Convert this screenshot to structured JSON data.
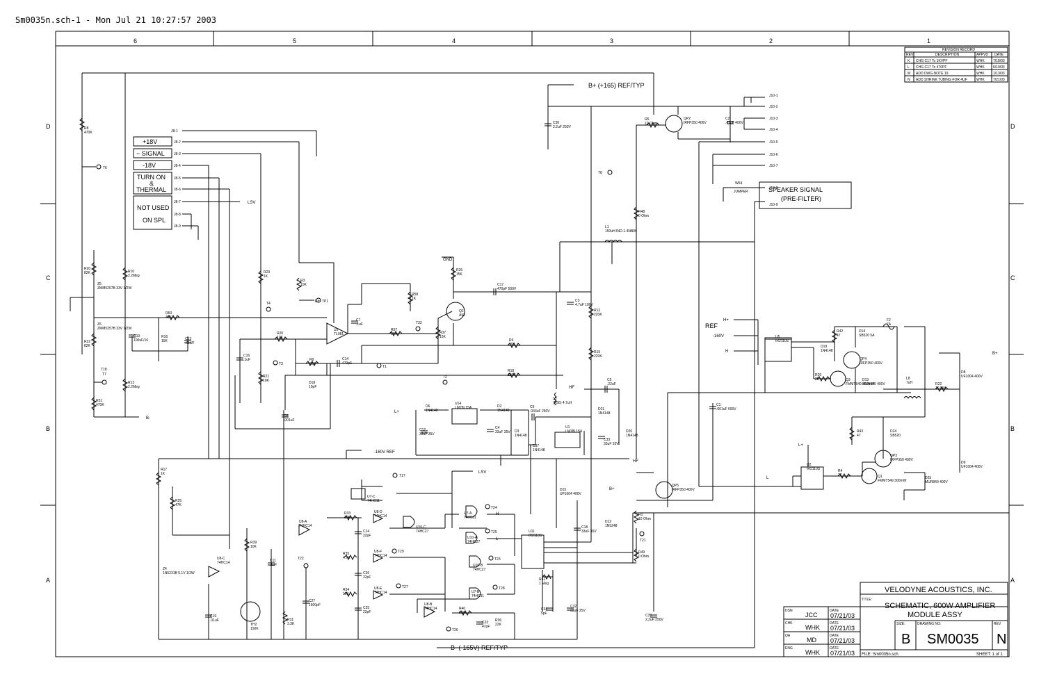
{
  "header_text": "Sm0035n.sch-1 - Mon Jul 21 10:27:57 2003",
  "zones": {
    "cols": [
      "6",
      "5",
      "4",
      "3",
      "2",
      "1"
    ],
    "rows": [
      "D",
      "C",
      "B",
      "A"
    ]
  },
  "revision_record": {
    "title": "REVISION RECORD",
    "headers": [
      "REV",
      "DESCRIPTION",
      "APPVD",
      "DATE"
    ],
    "rows": [
      [
        "K",
        "CHG C17 To 1KVPF",
        "WHK",
        "7/18/03"
      ],
      [
        "L",
        "CHG C17 To 470PF",
        "WHK",
        "6/19/03"
      ],
      [
        "M",
        "ADD DWG NOTE 19",
        "WHK",
        "1/13/03"
      ],
      [
        "N",
        "ADD SHRINK TUBING FOR 4UF",
        "WHK",
        "7/21/03"
      ]
    ]
  },
  "connectors": {
    "j8": [
      "J8-1",
      "J8-2",
      "J8-3",
      "J8-4",
      "J8-5",
      "J8-6",
      "J8-7",
      "J8-8",
      "J8-9"
    ],
    "j10": [
      "J10-1",
      "J10-2",
      "J10-3",
      "J10-4",
      "J10-5",
      "J10-6",
      "J10-7",
      "J10-8",
      "J10-9"
    ]
  },
  "signal_labels": {
    "p18v": "+18V",
    "signal": "~ SIGNAL",
    "m18v": "-18V",
    "turn_on": "TURN ON",
    "amp": "&",
    "thermal": "THERMAL",
    "not_used": "NOT USED",
    "on_spl": "ON SPL",
    "lsv": "LSV",
    "speaker_signal": "SPEAKER SIGNAL",
    "pre_filter": "(PRE-FILTER)",
    "jumper": "JUMPER",
    "w54": "W54",
    "b_plus_ref": "B+ (+165) REF/TYP",
    "b_minus_ref": "B- (-165V) REF/TYP",
    "ref_160": "-160V REF",
    "ref": "REF",
    "m160v": "-160V",
    "h_plus": "H+",
    "h": "H",
    "l_plus": "L+",
    "l": "L",
    "b_plus": "B+",
    "b_minus": "B-",
    "gnd": "GND",
    "hf": "HF"
  },
  "components": [
    {
      "id": "R8",
      "value": "470K"
    },
    {
      "id": "R20",
      "value": "82K"
    },
    {
      "id": "Z5",
      "value": "ZMM5257B 33V 1/2W"
    },
    {
      "id": "Z6",
      "value": "ZMM5257B 33V 1/2W"
    },
    {
      "id": "R22",
      "value": "82K"
    },
    {
      "id": "R10",
      "value": "2.2Meg"
    },
    {
      "id": "R53",
      "value": "47K"
    },
    {
      "id": "C10",
      "value": "100uF/16"
    },
    {
      "id": "R16",
      "value": "15K"
    },
    {
      "id": "C13",
      "value": ".01UF"
    },
    {
      "id": "R13",
      "value": "2.2Meg"
    },
    {
      "id": "R51",
      "value": "470K"
    },
    {
      "id": "R23",
      "value": "1K"
    },
    {
      "id": "R3",
      "value": "10K"
    },
    {
      "id": "U3",
      "value": "TL081"
    },
    {
      "id": "C7",
      "value": ".1uF"
    },
    {
      "id": "R20b",
      "value": "10K"
    },
    {
      "id": "C16",
      "value": ".1uF"
    },
    {
      "id": "R21",
      "value": "10K"
    },
    {
      "id": "R9",
      "value": "82K"
    },
    {
      "id": "D18",
      "value": "10pF"
    },
    {
      "id": "C14",
      "value": "470pF"
    },
    {
      "id": "C8",
      "value": ".001uF"
    },
    {
      "id": "R58",
      "value": "1K"
    },
    {
      "id": "R57",
      "value": "15K"
    },
    {
      "id": "R37",
      "value": "15K"
    },
    {
      "id": "R26",
      "value": "15K"
    },
    {
      "id": "Q2",
      "value": "A92"
    },
    {
      "id": "C17",
      "value": "470pF 500V"
    },
    {
      "id": "R6",
      "value": "39K"
    },
    {
      "id": "R18",
      "value": "180K"
    },
    {
      "id": "C36",
      "value": "2.2uF 250V"
    },
    {
      "id": "R5",
      "value": "10 Ohm"
    },
    {
      "id": "QP2",
      "value": "IRFP350 400V"
    },
    {
      "id": "C2",
      "value": ".47uF 400V"
    },
    {
      "id": "R48",
      "value": "0 Ohm"
    },
    {
      "id": "L1",
      "value": "150uH IND-1.4NB06"
    },
    {
      "id": "C3",
      "value": "4.7uF 100V"
    },
    {
      "id": "R12",
      "value": "220K"
    },
    {
      "id": "R15",
      "value": "220K"
    },
    {
      "id": "L3",
      "value": "(R56) 4.7uH"
    },
    {
      "id": "C5",
      "value": ".22uF"
    },
    {
      "id": "D6",
      "value": "1N4148"
    },
    {
      "id": "U14",
      "value": "LM78L15A"
    },
    {
      "id": "D2",
      "value": "1N4148"
    },
    {
      "id": "C9",
      "value": ".033uF 250V"
    },
    {
      "id": "D3",
      "value": "1N4148"
    },
    {
      "id": "C12",
      "value": "33uF 35V"
    },
    {
      "id": "C4",
      "value": "33uF 35V"
    },
    {
      "id": "D37",
      "value": "1N4148"
    },
    {
      "id": "U1",
      "value": "LM78L15A"
    },
    {
      "id": "D21",
      "value": "1N4148"
    },
    {
      "id": "C33",
      "value": "33uF 35V"
    },
    {
      "id": "D20",
      "value": "1N4148"
    },
    {
      "id": "C1",
      "value": ".001uF 600V"
    },
    {
      "id": "U5",
      "value": "IR2110S"
    },
    {
      "id": "D19",
      "value": "1N4148"
    },
    {
      "id": "R42",
      "value": "47"
    },
    {
      "id": "D14",
      "value": "SB520 5A"
    },
    {
      "id": "QP4",
      "value": "IRFP350 400V"
    },
    {
      "id": "R29",
      "value": "22"
    },
    {
      "id": "Q3",
      "value": "FMMT549 300mW"
    },
    {
      "id": "D13",
      "value": "MUR840 400V"
    },
    {
      "id": "F2",
      "value": "7A"
    },
    {
      "id": "L8",
      "value": "7uH"
    },
    {
      "id": "R22b",
      "value": "10 5W"
    },
    {
      "id": "D8",
      "value": "UF1004 400V"
    },
    {
      "id": "R43",
      "value": "47"
    },
    {
      "id": "D24",
      "value": "SB520"
    },
    {
      "id": "QP3",
      "value": "IRFP350 400V"
    },
    {
      "id": "U2",
      "value": "IR2110S"
    },
    {
      "id": "R4",
      "value": "22"
    },
    {
      "id": "Q1",
      "value": "FMMT549 300mW"
    },
    {
      "id": "D25",
      "value": "MUR840 400V"
    },
    {
      "id": "D9",
      "value": "UF1004 400V"
    },
    {
      "id": "R17",
      "value": "1K"
    },
    {
      "id": "R25",
      "value": "47K"
    },
    {
      "id": "U7-C",
      "value": "74HC11"
    },
    {
      "id": "U8-D",
      "value": "74HC14"
    },
    {
      "id": "U10-C",
      "value": "74HC27"
    },
    {
      "id": "U7-A",
      "value": "74HC11"
    },
    {
      "id": "U8-A",
      "value": "74HC14"
    },
    {
      "id": "U10-A",
      "value": "74HC27"
    },
    {
      "id": "R33",
      "value": "10K"
    },
    {
      "id": "C24",
      "value": "22pF"
    },
    {
      "id": "R35",
      "value": "4.7K"
    },
    {
      "id": "U8-F",
      "value": "74HC14"
    },
    {
      "id": "U10-B",
      "value": "74HC27"
    },
    {
      "id": "C26",
      "value": "22pF"
    },
    {
      "id": "R34",
      "value": "10K"
    },
    {
      "id": "U8-E",
      "value": "74HC14"
    },
    {
      "id": "U7-B",
      "value": "74HC11"
    },
    {
      "id": "C25",
      "value": "22pF"
    },
    {
      "id": "U8-B",
      "value": "74HC14"
    },
    {
      "id": "R40",
      "value": "3.9K"
    },
    {
      "id": "C23",
      "value": "47pF"
    },
    {
      "id": "R36",
      "value": "22K"
    },
    {
      "id": "U11",
      "value": "IR2113S"
    },
    {
      "id": "R41",
      "value": "1 Meg"
    },
    {
      "id": "C34",
      "value": "5pF"
    },
    {
      "id": "C32",
      "value": "33uF 35V"
    },
    {
      "id": "QP5",
      "value": "IRFP350 400V"
    },
    {
      "id": "D15",
      "value": "UF1004 400V"
    },
    {
      "id": "R1",
      "value": "10 Ohm"
    },
    {
      "id": "C18",
      "value": "33uF 35V"
    },
    {
      "id": "D12",
      "value": "1N5248"
    },
    {
      "id": "R49",
      "value": "0 Ohm"
    },
    {
      "id": "C39",
      "value": "2.2uF 250V"
    },
    {
      "id": "Z4",
      "value": "1N5231B 5.1V 1/2W"
    },
    {
      "id": "U8-C",
      "value": "74HC14"
    },
    {
      "id": "C19",
      "value": ".01uF"
    },
    {
      "id": "R39",
      "value": "10K"
    },
    {
      "id": "TH2",
      "value": "150K"
    },
    {
      "id": "C11",
      "value": ".1uF"
    },
    {
      "id": "R31",
      "value": "3.3K"
    },
    {
      "id": "C27",
      "value": "1500pF"
    }
  ],
  "test_points": [
    "T6",
    "T4",
    "T7",
    "TP1",
    "T3",
    "T1",
    "T2",
    "T32",
    "T8",
    "T17",
    "T24",
    "T25",
    "T29",
    "T23",
    "T27",
    "T22",
    "T28",
    "T26",
    "T21",
    "T18"
  ],
  "title_block": {
    "company": "VELODYNE ACOUSTICS, INC.",
    "title_label": "TITLE:",
    "title_line1": "SCHEMATIC, 600W AMPLIFIER",
    "title_line2": "MODULE ASSY",
    "size_label": "SIZE:",
    "size": "B",
    "drawing_label": "DRAWING NO:",
    "drawing_no": "SM0035",
    "rev_label": "REV",
    "rev": "N",
    "file": "FILE: Sm0035n.sch",
    "sheet": "SHEET: 1 of 1",
    "signoffs": [
      {
        "role": "DSN",
        "name": "JCC",
        "date": "07/21/03"
      },
      {
        "role": "CHK",
        "name": "WHK",
        "date": "07/21/03"
      },
      {
        "role": "QA",
        "name": "MD",
        "date": "07/21/03"
      },
      {
        "role": "ENG",
        "name": "WHK",
        "date": "07/21/03"
      }
    ],
    "date_label": "DATE"
  }
}
